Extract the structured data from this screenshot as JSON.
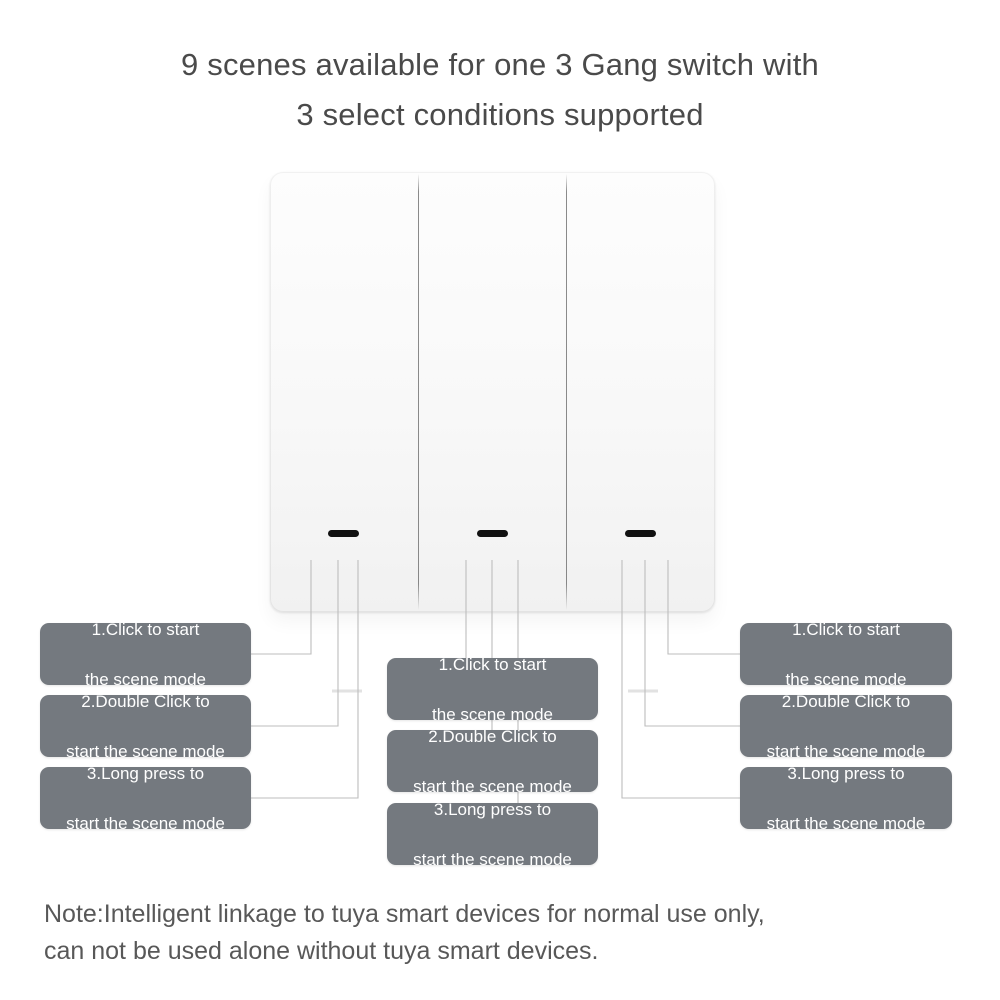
{
  "heading": {
    "line1": "9 scenes available for one 3 Gang switch with",
    "line2": "3 select conditions supported"
  },
  "device": {
    "name": "3 Gang smart wall switch panel",
    "gang_count": 3,
    "gangs": [
      {
        "id": "gang-1",
        "position": "left",
        "indicator": "led-dash"
      },
      {
        "id": "gang-2",
        "position": "center",
        "indicator": "led-dash"
      },
      {
        "id": "gang-3",
        "position": "right",
        "indicator": "led-dash"
      }
    ]
  },
  "columns": {
    "left": {
      "gang": "gang-1",
      "labels": [
        {
          "line1": "1.Click to start",
          "line2": "the scene mode"
        },
        {
          "line1": "2.Double Click to",
          "line2": "start the scene mode"
        },
        {
          "line1": "3.Long press to",
          "line2": "start the scene mode"
        }
      ]
    },
    "center": {
      "gang": "gang-2",
      "labels": [
        {
          "line1": "1.Click to start",
          "line2": "the scene mode"
        },
        {
          "line1": "2.Double Click to",
          "line2": "start the scene mode"
        },
        {
          "line1": "3.Long press to",
          "line2": "start the scene mode"
        }
      ]
    },
    "right": {
      "gang": "gang-3",
      "labels": [
        {
          "line1": "1.Click to start",
          "line2": "the scene mode"
        },
        {
          "line1": "2.Double Click to",
          "line2": "start the scene mode"
        },
        {
          "line1": "3.Long press to",
          "line2": "start the scene mode"
        }
      ]
    }
  },
  "note": {
    "line1": "Note:Intelligent linkage to tuya smart devices for normal use only,",
    "line2": "can not be used alone without tuya smart devices."
  },
  "colors": {
    "label_box_fill": "#74797f",
    "label_text": "#ffffff",
    "heading_text": "#4a4a4a",
    "note_text": "#585858",
    "panel_surface": "#fbfbfb",
    "seam_line": "#5a5a5a",
    "led_indicator": "#111111",
    "leader_line": "#b9b9b9",
    "background": "#ffffff"
  }
}
